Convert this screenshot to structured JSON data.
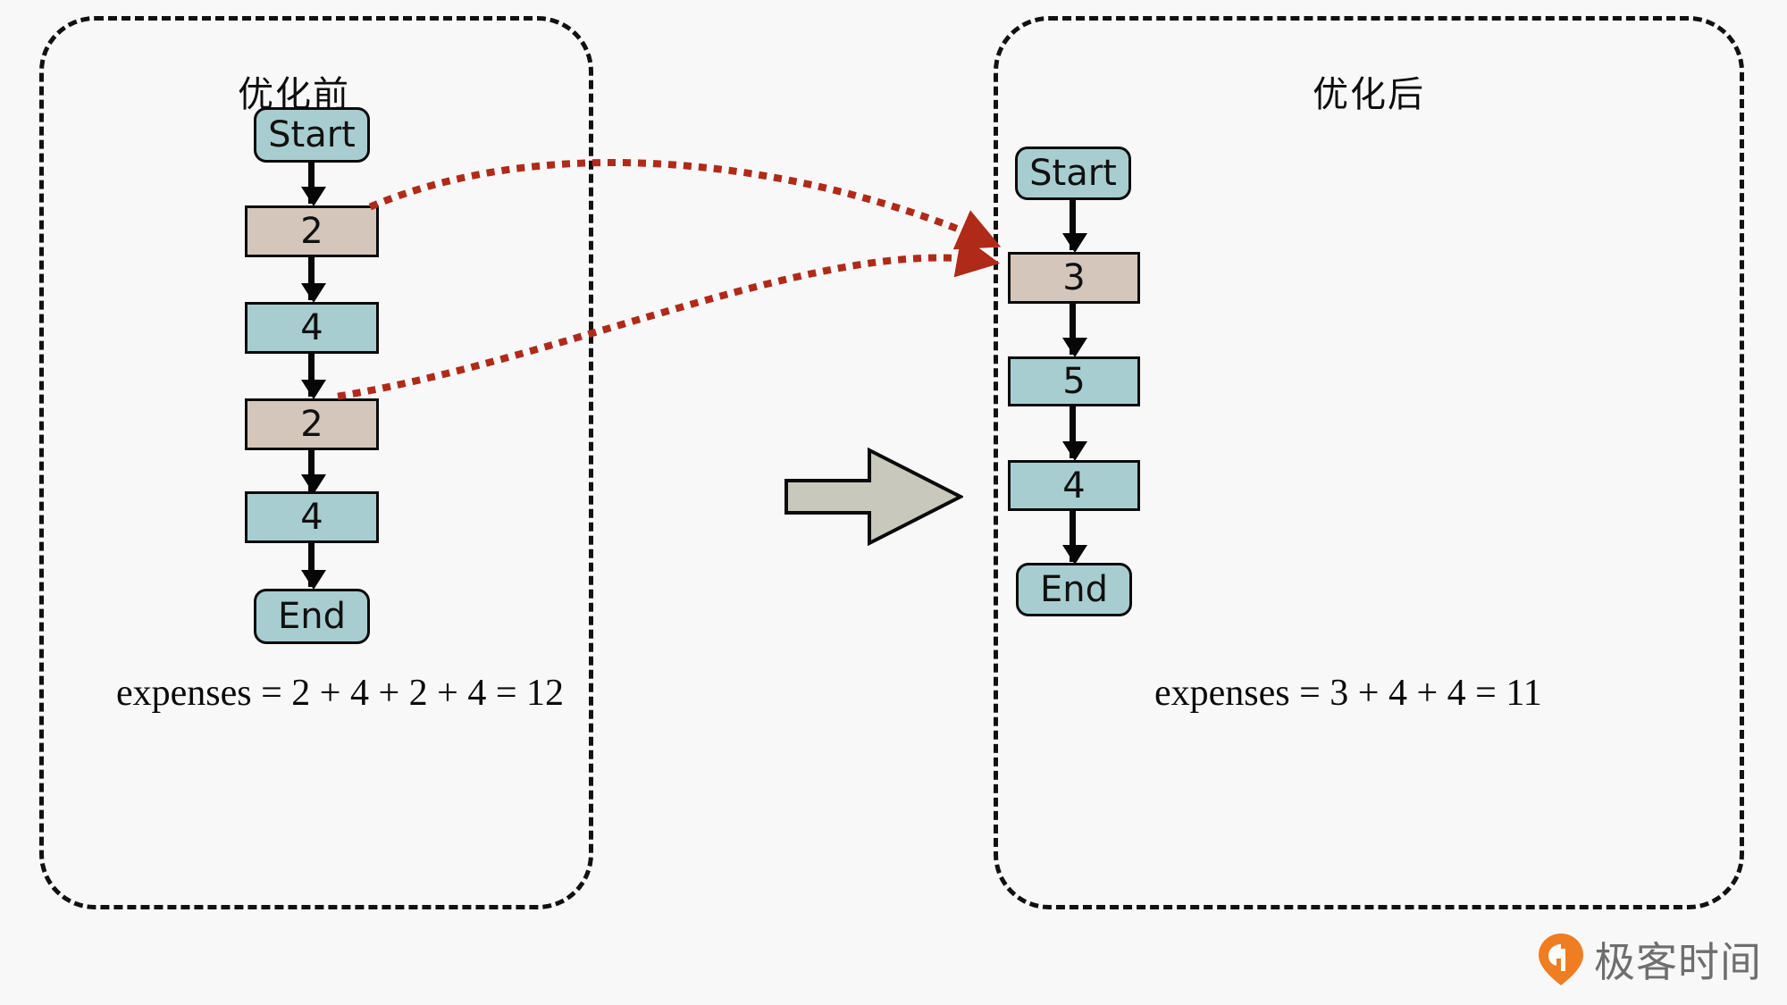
{
  "diagram": {
    "title_before": "优化前",
    "title_after": "优化后",
    "panels": [
      {
        "id": "before",
        "title": "优化前",
        "nodes": [
          {
            "label": "Start",
            "kind": "terminal",
            "color": "teal"
          },
          {
            "label": "2",
            "kind": "step",
            "color": "beige"
          },
          {
            "label": "4",
            "kind": "step",
            "color": "teal"
          },
          {
            "label": "2",
            "kind": "step",
            "color": "beige"
          },
          {
            "label": "4",
            "kind": "step",
            "color": "teal"
          },
          {
            "label": "End",
            "kind": "terminal",
            "color": "teal"
          }
        ],
        "expenses": "expenses = 2 + 4 + 2 + 4 = 12",
        "expenses_terms": [
          2,
          4,
          2,
          4
        ],
        "expenses_total": 12
      },
      {
        "id": "after",
        "title": "优化后",
        "nodes": [
          {
            "label": "Start",
            "kind": "terminal",
            "color": "teal"
          },
          {
            "label": "3",
            "kind": "step",
            "color": "beige"
          },
          {
            "label": "5",
            "kind": "step",
            "color": "teal"
          },
          {
            "label": "4",
            "kind": "step",
            "color": "teal"
          },
          {
            "label": "End",
            "kind": "terminal",
            "color": "teal"
          }
        ],
        "expenses": "expenses = 3 + 4 + 4 = 11",
        "expenses_terms": [
          3,
          4,
          4
        ],
        "expenses_total": 11
      }
    ],
    "transform_arrow": {
      "name": "transformation-arrow",
      "direction": "right"
    },
    "merge_links": [
      {
        "from": "before.node.2 (first)",
        "to": "after.node.3",
        "style": "red-dotted"
      },
      {
        "from": "before.node.2 (second)",
        "to": "after.node.3",
        "style": "red-dotted"
      }
    ]
  },
  "colors": {
    "background": "#f7f8f7",
    "node_teal": "#a8cdd0",
    "node_beige": "#d5c6bc",
    "node_stroke": "#0b0b0b",
    "link_red": "#b02a1a",
    "transform_gray": "#c8c8bc",
    "panel_border": "#111111",
    "watermark_orange": "#ef7d22"
  },
  "watermark": {
    "text": "极客时间",
    "logo_icon": "geektime-logo-icon"
  }
}
